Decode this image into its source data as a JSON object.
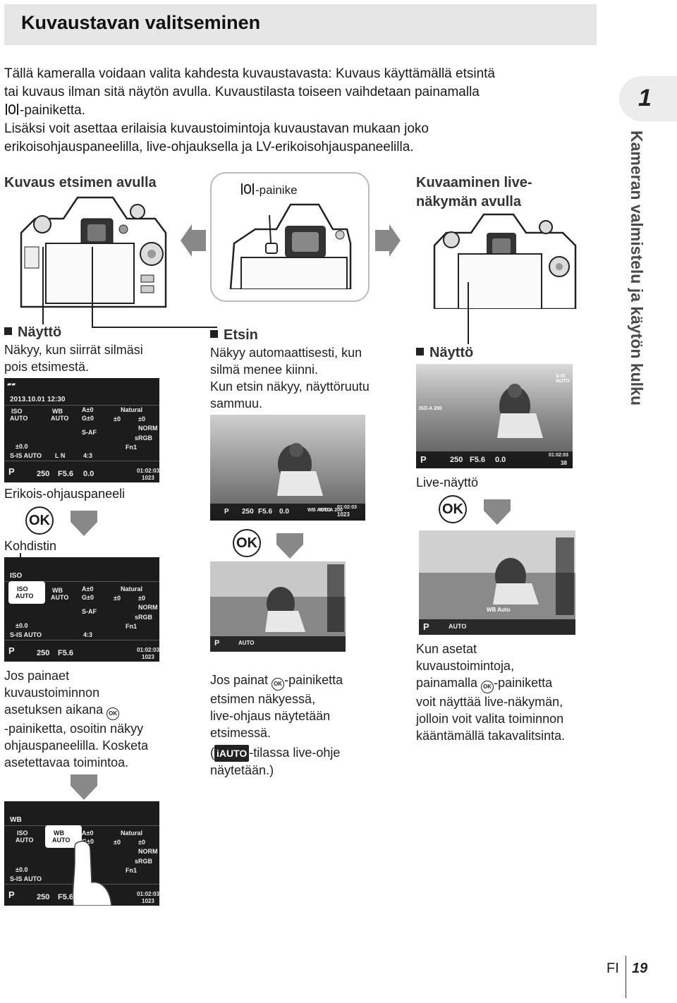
{
  "page": {
    "title": "Kuvaustavan valitseminen",
    "chapter_number": "1",
    "chapter_title": "Kameran valmistelu ja käytön kulku",
    "footer_lang": "FI",
    "footer_page": "19"
  },
  "intro": {
    "line1": "Tällä kameralla voidaan valita kahdesta kuvaustavasta: Kuvaus käyttämällä etsintä",
    "line2": "tai kuvaus ilman sitä näytön avulla. Kuvaustilasta toiseen vaihdetaan painamalla",
    "line3": "-painiketta.",
    "line4": "Lisäksi voit asettaa erilaisia kuvaustoimintoja kuvaustavan mukaan joko",
    "line5": "erikoisohjauspaneelilla, live-ohjauksella ja LV-erikoisohjauspaneelilla."
  },
  "left": {
    "heading": "Kuvaus etsimen avulla",
    "monitor_heading": "Näyttö",
    "monitor_body1": "Näkyy, kun siirrät silmäsi",
    "monitor_body2": "pois etsimestä.",
    "panel_caption": "Erikois-ohjauspaneeli",
    "cursor_label": "Kohdistin",
    "step_text": [
      "Jos painaet",
      "kuvaustoiminnon",
      "asetuksen aikana",
      "-painiketta, osoitin näkyy",
      "ohjauspaneelilla. Kosketa",
      "asetettavaa toimintoa."
    ]
  },
  "center": {
    "button_label": "-painike",
    "etsin_heading": "Etsin",
    "etsin_body": [
      "Näkyy automaattisesti, kun",
      "silmä menee kiinni.",
      "Kun etsin näkyy, näyttöruutu",
      "sammuu."
    ],
    "step_text": [
      "Jos painat",
      "-painiketta",
      "etsimen näkyessä,",
      "live-ohjaus näytetään",
      "etsimessä.",
      "(",
      "-tilassa live-ohje",
      "näytetään.)"
    ],
    "iauto_label": "iAUTO"
  },
  "right": {
    "heading1": "Kuvaaminen live-",
    "heading2": "näkymän avulla",
    "monitor_heading": "Näyttö",
    "live_caption": "Live-näyttö",
    "step_text": [
      "Kun asetat",
      "kuvaustoimintoja,",
      "painamalla",
      "-painiketta",
      "voit näyttää live-näkymän,",
      "jolloin voit valita toiminnon",
      "kääntämällä takavalitsinta."
    ]
  },
  "ok_label": "OK",
  "panel": {
    "date": "2013.10.01 12:30",
    "iso": "ISO",
    "iso_val": "AUTO",
    "wb": "WB",
    "wb_val": "AUTO",
    "a": "A±0",
    "g": "G±0",
    "natural": "Natural",
    "s1": "±0",
    "s2": "±0",
    "saf": "S-AF",
    "norm": "NORM",
    "srgb": "sRGB",
    "flash": "±0.0",
    "is": "S-IS AUTO",
    "ln": "L N",
    "ratio": "4:3",
    "fn": "Fn1",
    "mode": "P",
    "shutter": "250",
    "aperture": "F5.6",
    "ev": "0.0",
    "time": "01:02:03",
    "count": "1023",
    "wb_tab": "WB",
    "iso_tab": "ISO"
  },
  "live": {
    "mode": "P",
    "shutter": "250",
    "aperture": "F5.6",
    "ev": "0.0",
    "time": "01:02:03",
    "count": "38",
    "iso": "ISO-A 200",
    "wb_label": "WB Auto",
    "auto": "AUTO",
    "is": "S-IS AUTO"
  },
  "evf": {
    "shutter": "250",
    "aperture": "F5.6",
    "ev": "0.0",
    "wb": "WB AUTO",
    "iso": "ISO-A 200",
    "time": "01:02:03",
    "count": "1023",
    "mode": "P",
    "wb_label": "WB Auto",
    "auto": "AUTO"
  }
}
